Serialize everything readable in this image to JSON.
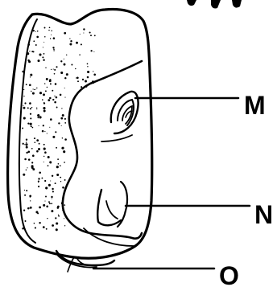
{
  "diagram": {
    "labels": {
      "m": "M",
      "n": "N",
      "o": "O"
    },
    "colors": {
      "ink": "#000000",
      "paper": "#ffffff"
    }
  }
}
